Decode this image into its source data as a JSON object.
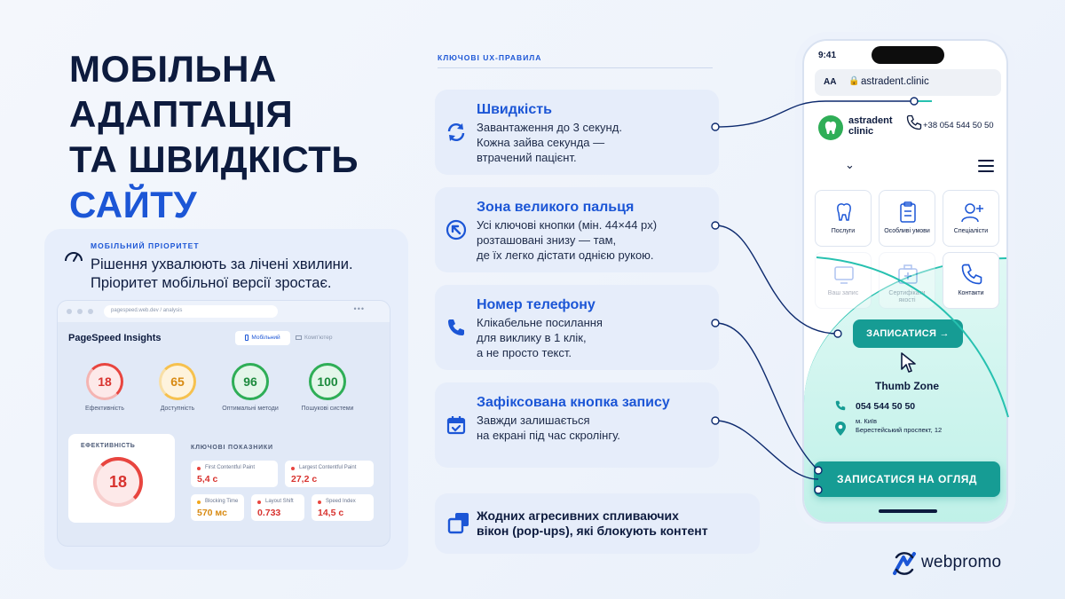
{
  "title": {
    "line1": "МОБІЛЬНА",
    "line2": "АДАПТАЦІЯ",
    "line3": "ТА ШВИДКІСТЬ",
    "line4": "САЙТУ"
  },
  "left_card": {
    "kicker": "МОБІЛЬНИЙ ПРІОРИТЕТ",
    "desc_line1": "Рішення ухвалюють за лічені хвилини.",
    "desc_line2": "Пріоритет мобільної версії зростає.",
    "icon": "speedometer-icon",
    "browser": {
      "url": "pagespeed.web.dev / analysis",
      "more": "•••",
      "title": "PageSpeed Insights",
      "tab_mobile": "Мобільний",
      "tab_desktop": "Комп'ютер",
      "tab_mobile_icon": "phone-icon",
      "tab_desktop_icon": "monitor-icon",
      "scores": [
        {
          "value": "18",
          "label": "Ефективність"
        },
        {
          "value": "65",
          "label": "Доступність"
        },
        {
          "value": "96",
          "label": "Оптимальні методи"
        },
        {
          "value": "100",
          "label": "Пошукові системи"
        }
      ],
      "eff_label": "ЕФЕКТИВНІСТЬ",
      "eff_value": "18",
      "metrics_title": "КЛЮЧОВІ ПОКАЗНИКИ",
      "metrics": [
        {
          "name": "First Contentful Paint",
          "value": "5,4 с"
        },
        {
          "name": "Largest Contentful Paint",
          "value": "27,2 с"
        },
        {
          "name": "Blocking Time",
          "value": "570 мс"
        },
        {
          "name": "Layout Shift",
          "value": "0.733"
        },
        {
          "name": "Speed Index",
          "value": "14,5 с"
        }
      ]
    }
  },
  "rules": {
    "kicker": "КЛЮЧОВІ UX-ПРАВИЛА",
    "items": [
      {
        "icon": "refresh-icon",
        "title": "Швидкість",
        "desc": [
          "Завантаження до 3 секунд.",
          "Кожна зайва секунда —",
          "втрачений пацієнт."
        ]
      },
      {
        "icon": "thumb-tap-icon",
        "title": "Зона великого пальця",
        "desc": [
          "Усі ключові кнопки (мін. 44×44 px)",
          "розташовані знизу — там,",
          "де їх легко дістати однією рукою."
        ]
      },
      {
        "icon": "phone-icon",
        "title": "Номер телефону",
        "desc": [
          "Клікабельне посилання",
          "для виклику в 1 клік,",
          "а не просто текст."
        ]
      },
      {
        "icon": "calendar-check-icon",
        "title": "Зафіксована кнопка запису",
        "desc": [
          "Завжди залишається",
          "на екрані під час скролінгу."
        ]
      }
    ],
    "popup": {
      "icon": "overlapping-windows-icon",
      "line1": "Жодних агресивних спливаючих",
      "line2": "вікон (pop-ups), які блокують контент"
    }
  },
  "phone": {
    "time": "9:41",
    "addr_aa": "AA",
    "lock": "🔒",
    "url": "astradent.clinic",
    "logo_line1": "astradent",
    "logo_line2": "clinic",
    "tel": "+38 054 544 50 50",
    "chevron": "⌄",
    "tiles": [
      {
        "icon": "tooth-icon",
        "label": "Послуги"
      },
      {
        "icon": "clipboard-icon",
        "label": "Особливі умови"
      },
      {
        "icon": "add-user-icon",
        "label": "Спеціалісти"
      },
      {
        "icon": "monitor-icon",
        "label": "Ваш запис"
      },
      {
        "icon": "medical-kit-icon",
        "label": "Сертифікати якості"
      },
      {
        "icon": "phone-icon",
        "label": "Контакти"
      }
    ],
    "book_button": "ЗАПИСАТИСЯ →",
    "thumb_zone": "Thumb Zone",
    "contact_phone": "054 544 50 50",
    "city": "м. Київ",
    "street": "Берестейський проспект, 12",
    "cta": "ЗАПИСАТИСЯ НА ОГЛЯД"
  },
  "brand": {
    "name": "webpromo"
  },
  "colors": {
    "accent": "#1c56d6",
    "navy": "#0d1b3e",
    "teal": "#169c94",
    "card_bg": "#e6edfa",
    "red": "#d8332f",
    "orange": "#d88a12",
    "green": "#1c8a3d"
  }
}
